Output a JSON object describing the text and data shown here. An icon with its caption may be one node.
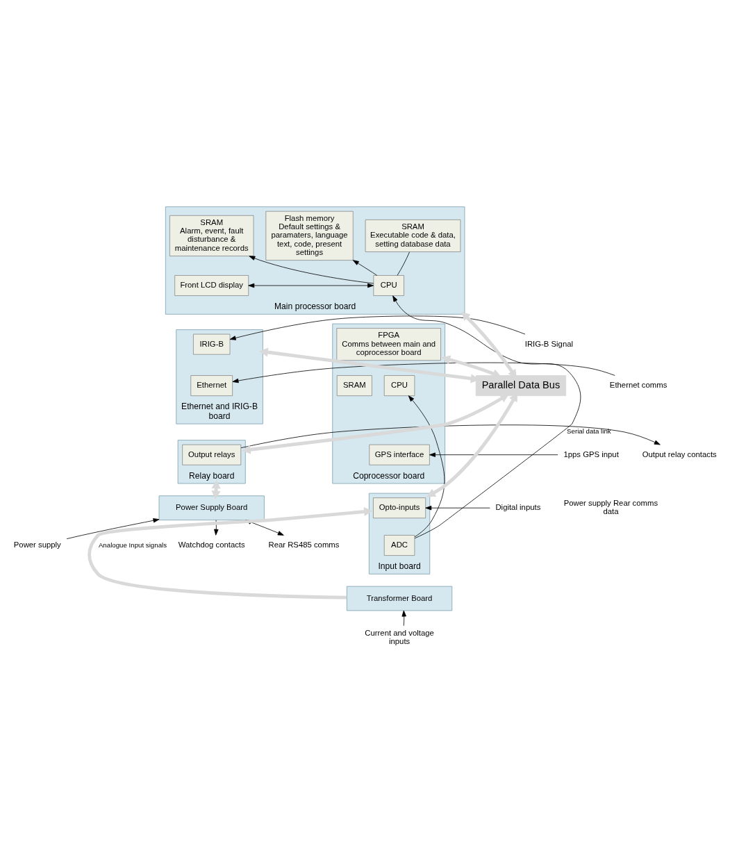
{
  "diagram": {
    "nodes": [
      {
        "text": [
          "Main processor board"
        ]
      },
      {
        "text": [
          "SRAM",
          "Alarm, event, fault disturbance & maintenance records"
        ],
        "in": 0
      },
      {
        "text": [
          "SRAM",
          "Executable code & data, setting database data"
        ],
        "in": 0
      },
      {
        "text": [
          "Flash memory",
          "Default settings & paramaters, language text, code, present settings"
        ],
        "in": 0
      },
      {
        "text": [
          "Front LCD display"
        ],
        "in": 0
      },
      {
        "text": [
          "CPU"
        ],
        "in": 0
      },
      {
        "text": [
          "Ethernet and IRIG-B board"
        ]
      },
      {
        "text": [
          "IRIG-B"
        ],
        "in": 6
      },
      {
        "text": [
          "Ethernet"
        ],
        "in": 6
      },
      {
        "text": [
          "Coprocessor board"
        ]
      },
      {
        "text": [
          "FPGA",
          "Comms between main and coprocessor board"
        ],
        "in": 9
      },
      {
        "text": [
          "CPU"
        ],
        "in": 9
      },
      {
        "text": [
          "SRAM"
        ],
        "in": 9
      },
      {
        "text": [
          "GPS interface"
        ],
        "in": 9
      },
      {
        "text": [
          "Relay board"
        ]
      },
      {
        "text": [
          "Output relays"
        ],
        "in": 14
      },
      {
        "text": [
          "Input board"
        ]
      },
      {
        "text": [
          "Opto-inputs"
        ],
        "in": 16
      },
      {
        "text": [
          "ADC"
        ],
        "in": 16
      },
      {
        "text": [
          "Power Supply Board"
        ]
      },
      {
        "text": [
          "Transformer Board"
        ]
      },
      {
        "text": [
          "IRIG-B Signal"
        ]
      },
      {
        "text": [
          "Ethernet comms"
        ]
      },
      {
        "text": [
          "1pps GPS input"
        ]
      },
      {
        "text": [
          "Output relay contacts"
        ]
      },
      {
        "text": [
          "Digital inputs"
        ]
      },
      {
        "text": [
          "Power supply"
        ]
      },
      {
        "text": [
          "Watchdog contacts"
        ]
      },
      {
        "text": [
          "Rear RS485 comms"
        ]
      },
      {
        "text": [
          "Current and voltage inputs"
        ]
      },
      {
        "text": [
          "Parallel Data Bus"
        ]
      }
    ],
    "edges": [
      {
        "from": 5,
        "to": 1,
        "arrow": "to"
      },
      {
        "from": 5,
        "to": 2,
        "arrow": "none"
      },
      {
        "from": 5,
        "to": 3,
        "arrow": "to"
      },
      {
        "from": 5,
        "to": 4,
        "arrow": "both"
      },
      {
        "from": 30,
        "to": 0,
        "arrow": "both",
        "style": "thick",
        "color": "#d9d9d9"
      },
      {
        "from": 30,
        "to": 6,
        "arrow": "both",
        "style": "thick",
        "color": "#d9d9d9"
      },
      {
        "from": 30,
        "to": 9,
        "arrow": "both",
        "style": "thick",
        "color": "#d9d9d9"
      },
      {
        "from": 30,
        "to": 14,
        "arrow": "both",
        "style": "thick",
        "color": "#d9d9d9"
      },
      {
        "from": 30,
        "to": 16,
        "arrow": "both",
        "style": "thick",
        "color": "#d9d9d9"
      },
      {
        "from": 18,
        "to": 5,
        "arrow": "to",
        "label": "Serial data link"
      },
      {
        "from": 18,
        "to": 11,
        "arrow": "to"
      },
      {
        "from": 21,
        "to": 7,
        "arrow": "to"
      },
      {
        "from": 22,
        "to": 8,
        "arrow": "to"
      },
      {
        "from": 23,
        "to": 13,
        "arrow": "to"
      },
      {
        "from": 15,
        "to": 24,
        "arrow": "to"
      },
      {
        "from": 25,
        "to": 17,
        "arrow": "to"
      },
      {
        "from": 14,
        "to": 19,
        "arrow": "both",
        "style": "thick",
        "color": "#d9d9d9"
      },
      {
        "from": 20,
        "to": 16,
        "arrow": "to",
        "label": "Analogue Input signals",
        "style": "thick",
        "color": "#d9d9d9"
      },
      {
        "from": 26,
        "to": 19,
        "arrow": "to"
      },
      {
        "from": 19,
        "to": 27,
        "arrow": "to"
      },
      {
        "from": 19,
        "to": 28,
        "arrow": "both"
      },
      {
        "from": 29,
        "to": 20,
        "arrow": "to"
      }
    ],
    "labels": [
      "Power supply Rear comms data"
    ]
  }
}
